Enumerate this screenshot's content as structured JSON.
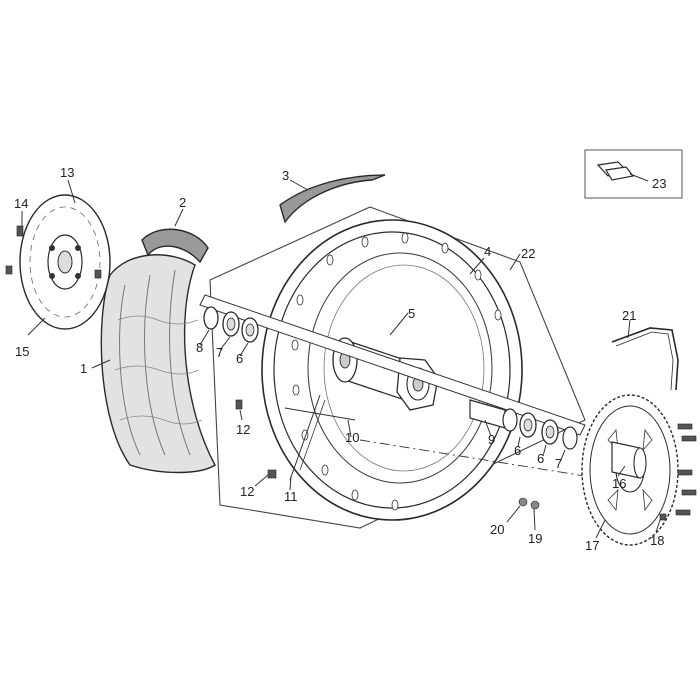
{
  "diagram": {
    "labels": {
      "l1": "1",
      "l2": "2",
      "l3": "3",
      "l4": "4",
      "l5": "5",
      "l6a": "6",
      "l6b": "6",
      "l6c": "6",
      "l7a": "7",
      "l7b": "7",
      "l8": "8",
      "l9": "9",
      "l10": "10",
      "l11": "11",
      "l12a": "12",
      "l12b": "12",
      "l13": "13",
      "l14": "14",
      "l15": "15",
      "l16": "16",
      "l17": "17",
      "l18": "18",
      "l19": "19",
      "l20": "20",
      "l21": "21",
      "l22": "22",
      "l23": "23"
    },
    "colors": {
      "line": "#2a2a2a",
      "tire_fill": "#e2e2e2",
      "band_fill": "#999999",
      "part_fill": "#ffffff",
      "callout_box": "#555555"
    }
  }
}
